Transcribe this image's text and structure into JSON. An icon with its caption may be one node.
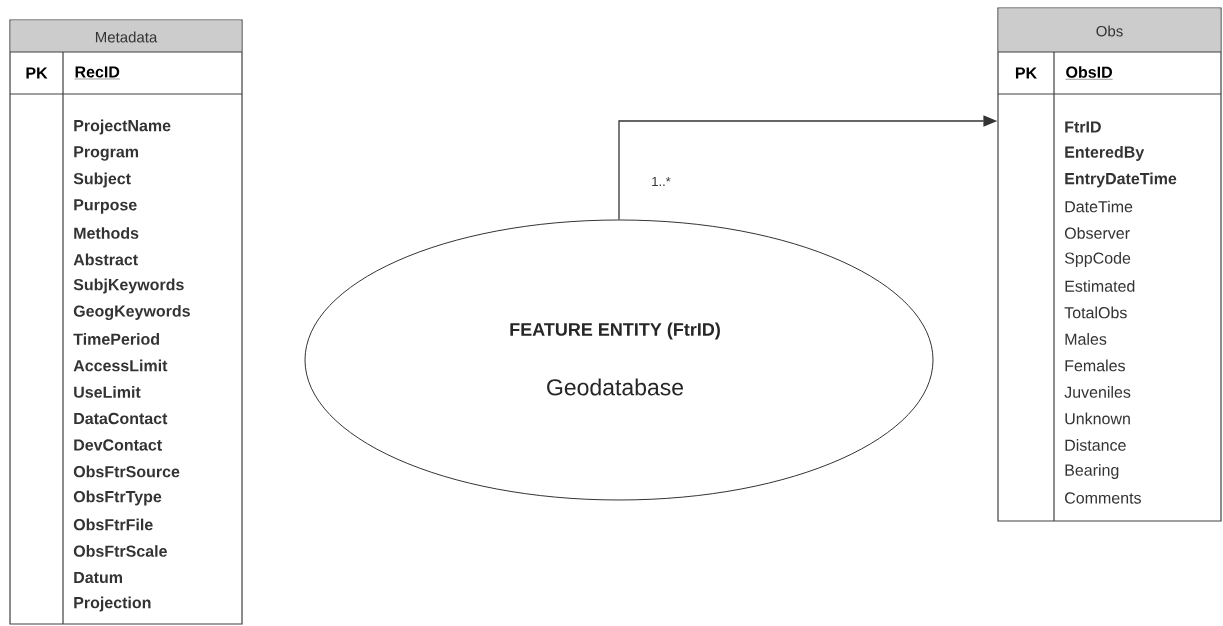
{
  "diagram": {
    "nodes": [
      {
        "text": [
          "Metadata",
          "PK",
          "RecID",
          "**ProjectName**",
          "**Program**",
          "**Subject**",
          "**Purpose**",
          "**Methods**",
          "**Abstract**",
          "**SubjKeywords**",
          "**GeogKeywords**",
          "**TimePeriod**",
          "**AccessLimit**",
          "**UseLimit**",
          "**DataContact**",
          "**DevContact**",
          "**ObsFtrSource**",
          "**ObsFtrType**",
          "**ObsFtrFile**",
          "**ObsFtrScale**",
          "**Datum**",
          "**Projection**"
        ]
      },
      {
        "text": [
          "FEATURE ENTITY (FtrID)",
          "Geodatabase"
        ]
      },
      {
        "text": [
          "Obs",
          "PK",
          "ObsID",
          "**FtrID**",
          "**EnteredBy**",
          "**EntryDateTime**",
          "DateTime",
          "Observer",
          "SppCode",
          "Estimated",
          "TotalObs",
          "Males",
          "Females",
          "Juveniles",
          "Unknown",
          "Distance",
          "Bearing",
          "Comments"
        ]
      }
    ],
    "edges": [
      {
        "from": 1,
        "to": 2,
        "arrow": "to",
        "label": "1..*"
      }
    ]
  }
}
